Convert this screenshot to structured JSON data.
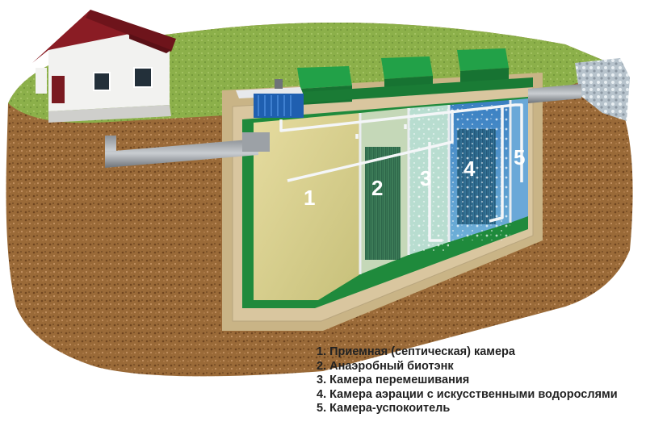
{
  "labels": [
    "1",
    "2",
    "3",
    "4",
    "5"
  ],
  "legend": [
    "1. Приемная (септическая) камера",
    "2. Анаэробный биотэнк",
    "3. Камера перемешивания",
    "4. Камера аэрации с искусственными водорослями",
    "5. Камера-успокоитель"
  ],
  "colors": {
    "grass": "#8cb04a",
    "soil": "#9a6a38",
    "concrete": "#d9c69f",
    "tank_green": "#1f8a3c",
    "chamber_1": "#d9cf8f",
    "chamber_3": "#b8ddd0",
    "chamber_4": "#4f8fc8",
    "house_roof": "#8a1c24"
  },
  "icons": [
    "house-icon",
    "septic-tank-icon",
    "drainage-gravel-icon"
  ]
}
